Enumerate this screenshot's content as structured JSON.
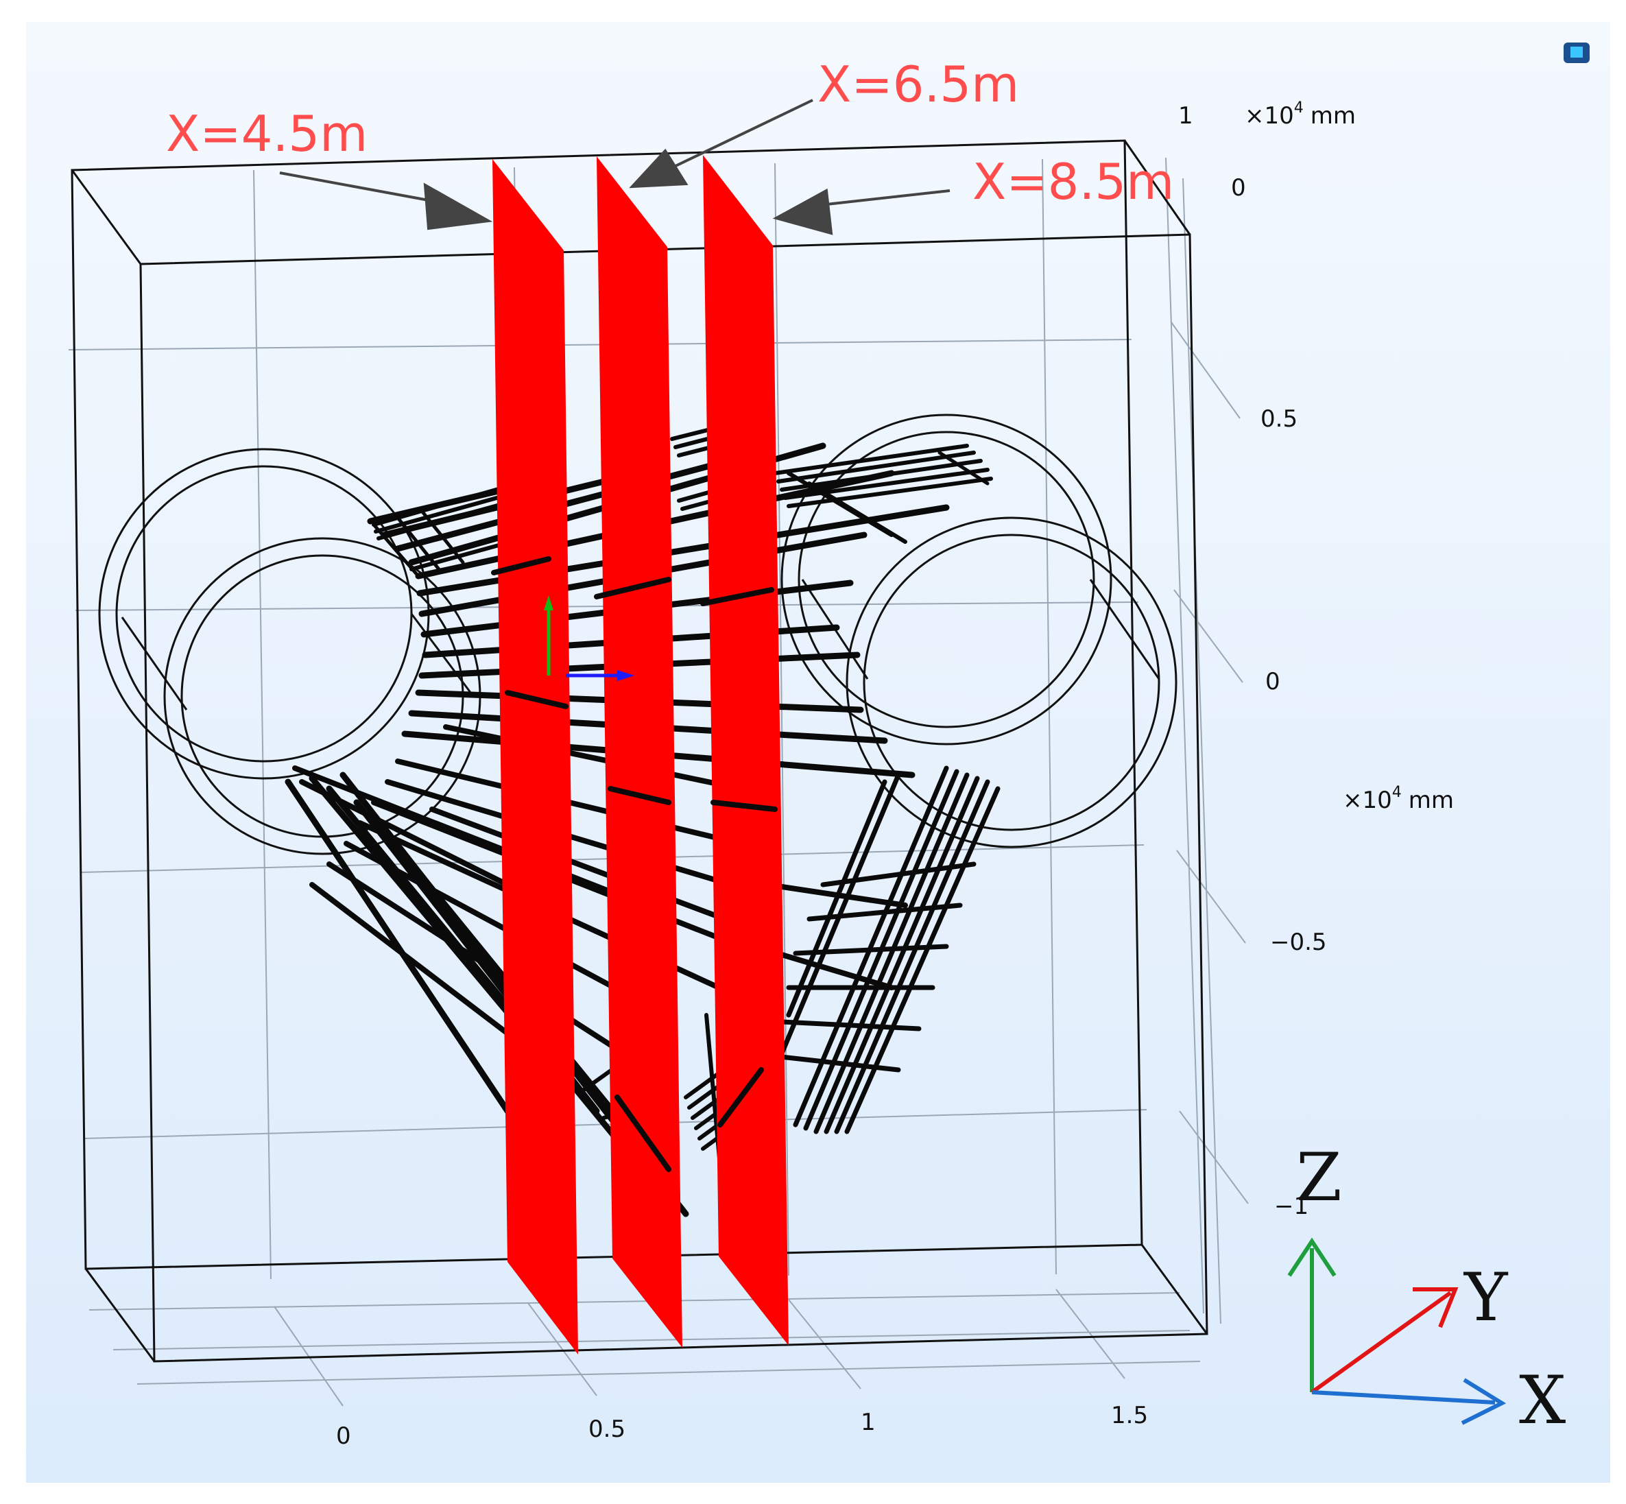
{
  "callouts": [
    {
      "label": "X=4.5m"
    },
    {
      "label": "X=6.5m"
    },
    {
      "label": "X=8.5m"
    }
  ],
  "axes": {
    "x_ticks": [
      "0",
      "0.5",
      "1",
      "1.5"
    ],
    "z_ticks": [
      "1",
      "0",
      "0.5",
      "0",
      "−0.5",
      "−1"
    ],
    "unit_prefix": "×10",
    "unit_exp": "4",
    "unit_mm": "mm"
  },
  "triad": {
    "z": "Z",
    "y": "Y",
    "x": "X"
  },
  "colors": {
    "plane": "#ff0000",
    "callout_text": "#ff4d4d",
    "arrow": "#444444",
    "background": "#e9f3fd",
    "triad_z": "#1e9e3c",
    "triad_y": "#e31414",
    "triad_x": "#1e6fd0"
  },
  "icons": [
    "view-cube-icon",
    "coordinate-triad-icon"
  ]
}
